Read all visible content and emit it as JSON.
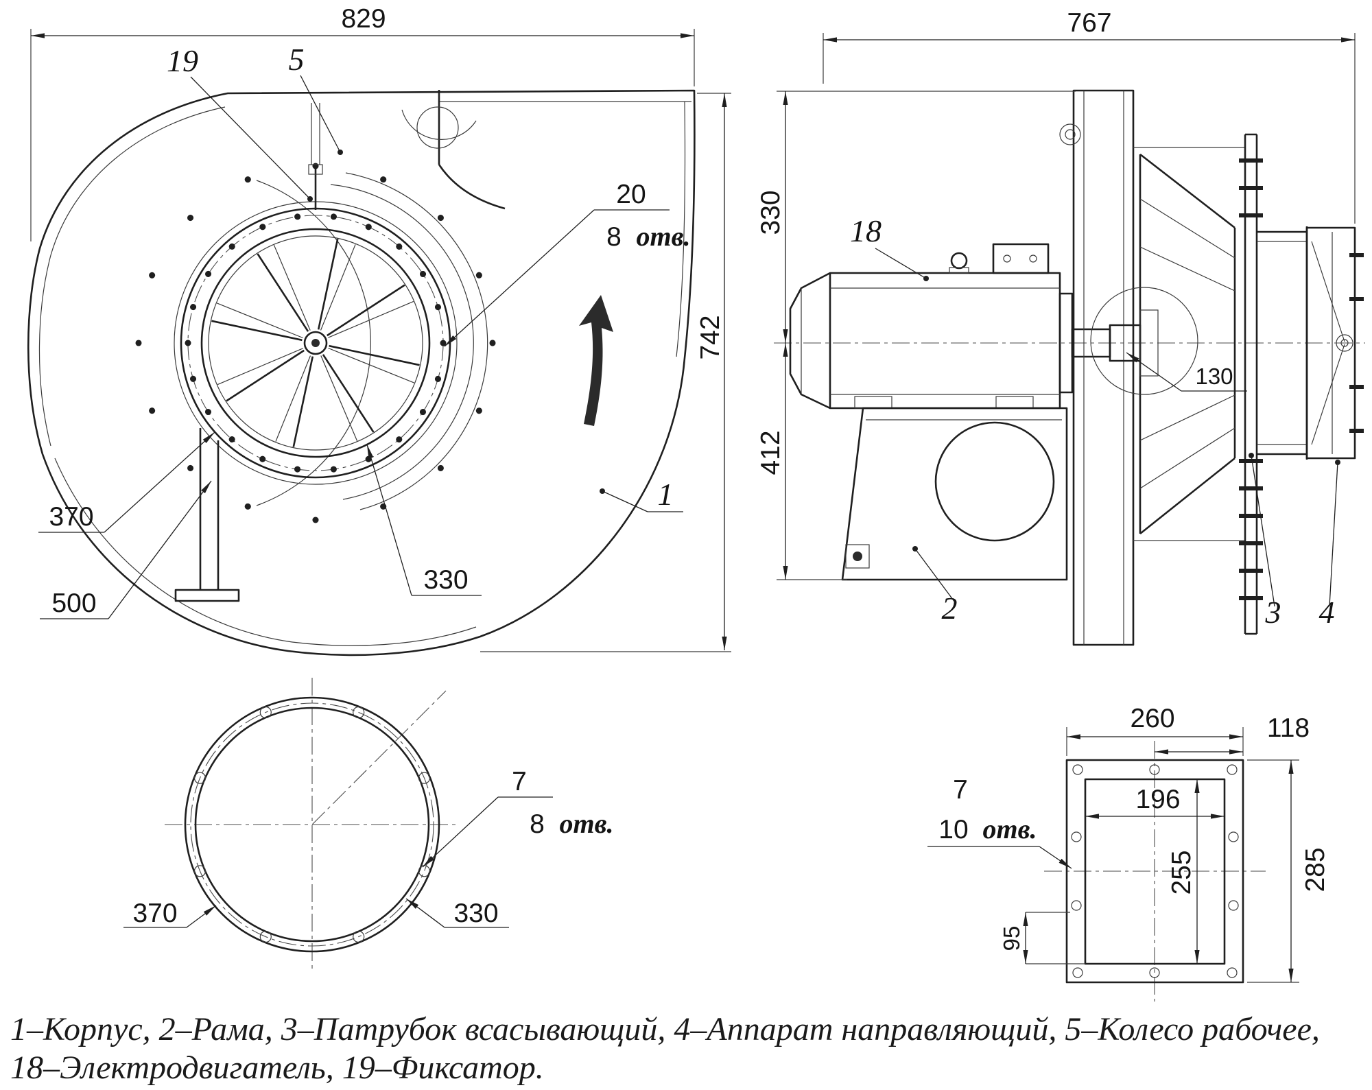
{
  "front_view": {
    "overall_width": "829",
    "overall_height": "742",
    "hole_diameter": "20",
    "hole_count": "8",
    "holes_word": "отв.",
    "flange_diameter": "370",
    "collar_diameter": "500",
    "inlet_diameter": "330",
    "callout_lock": "19",
    "callout_wheel": "5",
    "callout_housing": "1"
  },
  "side_view": {
    "overall_depth": "767",
    "axis_to_top": "330",
    "axis_to_base": "412",
    "shaft_length": "130",
    "callout_motor": "18",
    "callout_frame": "2",
    "callout_suction_pipe": "3",
    "callout_guide_vane": "4"
  },
  "inlet_flange_view": {
    "hole_diameter": "7",
    "hole_count": "8",
    "holes_word": "отв.",
    "outer_diameter": "370",
    "bolt_circle_diameter": "330"
  },
  "outlet_flange_view": {
    "outer_width": "260",
    "width_offset": "118",
    "hole_diameter": "7",
    "hole_count": "10",
    "holes_word": "отв.",
    "inner_width": "196",
    "inner_height": "255",
    "outer_height": "285",
    "base_offset": "95"
  },
  "legend": {
    "line1": "1–Корпус, 2–Рама, 3–Патрубок всасывающий, 4–Аппарат направляющий, 5–Колесо рабочее,",
    "line2": "18–Электродвигатель, 19–Фиксатор."
  }
}
